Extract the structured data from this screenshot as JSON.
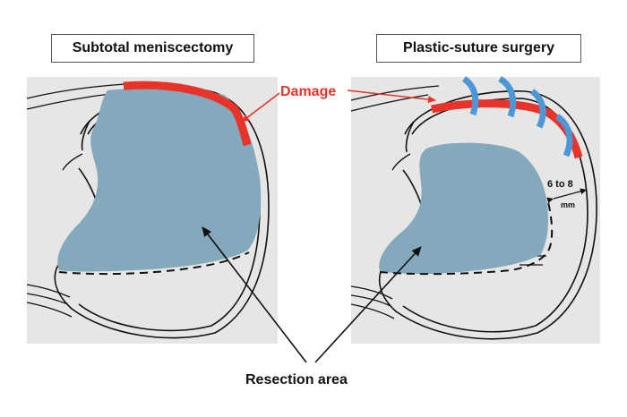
{
  "panels": {
    "left_title": "Subtotal meniscectomy",
    "right_title": "Plastic-suture surgery"
  },
  "labels": {
    "damage": "Damage",
    "resection": "Resection area",
    "gap_value": "6 to 8",
    "gap_unit": "mm"
  },
  "colors": {
    "background_panel": "#e6e6e4",
    "resection_fill": "#84a9bd",
    "damage_red": "#e8332a",
    "suture_blue": "#4d97d6",
    "outline": "#111111"
  }
}
